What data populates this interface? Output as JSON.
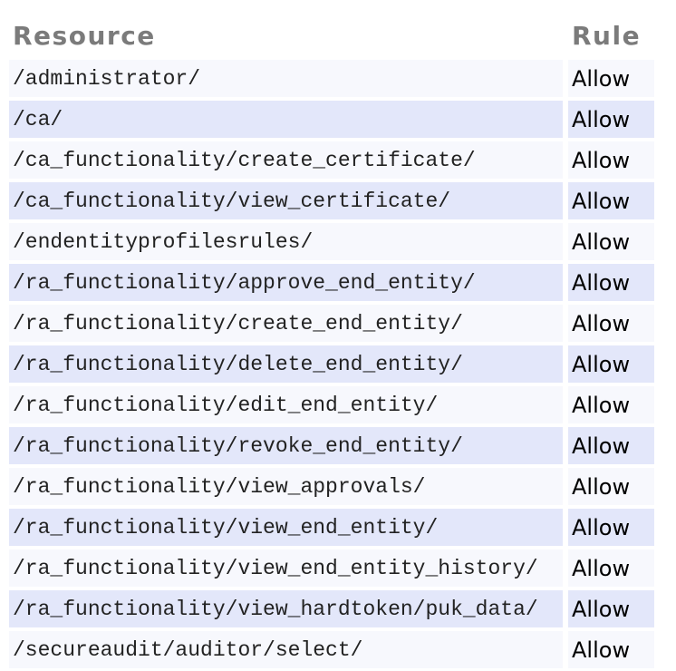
{
  "table": {
    "columns": [
      {
        "label": "Resource"
      },
      {
        "label": "Rule"
      }
    ],
    "rows": [
      {
        "resource": "/administrator/",
        "rule": "Allow"
      },
      {
        "resource": "/ca/",
        "rule": "Allow"
      },
      {
        "resource": "/ca_functionality/create_certificate/",
        "rule": "Allow"
      },
      {
        "resource": "/ca_functionality/view_certificate/",
        "rule": "Allow"
      },
      {
        "resource": "/endentityprofilesrules/",
        "rule": "Allow"
      },
      {
        "resource": "/ra_functionality/approve_end_entity/",
        "rule": "Allow"
      },
      {
        "resource": "/ra_functionality/create_end_entity/",
        "rule": "Allow"
      },
      {
        "resource": "/ra_functionality/delete_end_entity/",
        "rule": "Allow"
      },
      {
        "resource": "/ra_functionality/edit_end_entity/",
        "rule": "Allow"
      },
      {
        "resource": "/ra_functionality/revoke_end_entity/",
        "rule": "Allow"
      },
      {
        "resource": "/ra_functionality/view_approvals/",
        "rule": "Allow"
      },
      {
        "resource": "/ra_functionality/view_end_entity/",
        "rule": "Allow"
      },
      {
        "resource": "/ra_functionality/view_end_entity_history/",
        "rule": "Allow"
      },
      {
        "resource": "/ra_functionality/view_hardtoken/puk_data/",
        "rule": "Allow"
      },
      {
        "resource": "/secureaudit/auditor/select/",
        "rule": "Allow"
      }
    ]
  },
  "colors": {
    "page_bg": "#ffffff",
    "row_odd": "#f7f8fd",
    "row_even": "#e3e7fa",
    "header_text": "#7b7b7b",
    "resource_text": "#222222",
    "rule_text": "#000000"
  }
}
